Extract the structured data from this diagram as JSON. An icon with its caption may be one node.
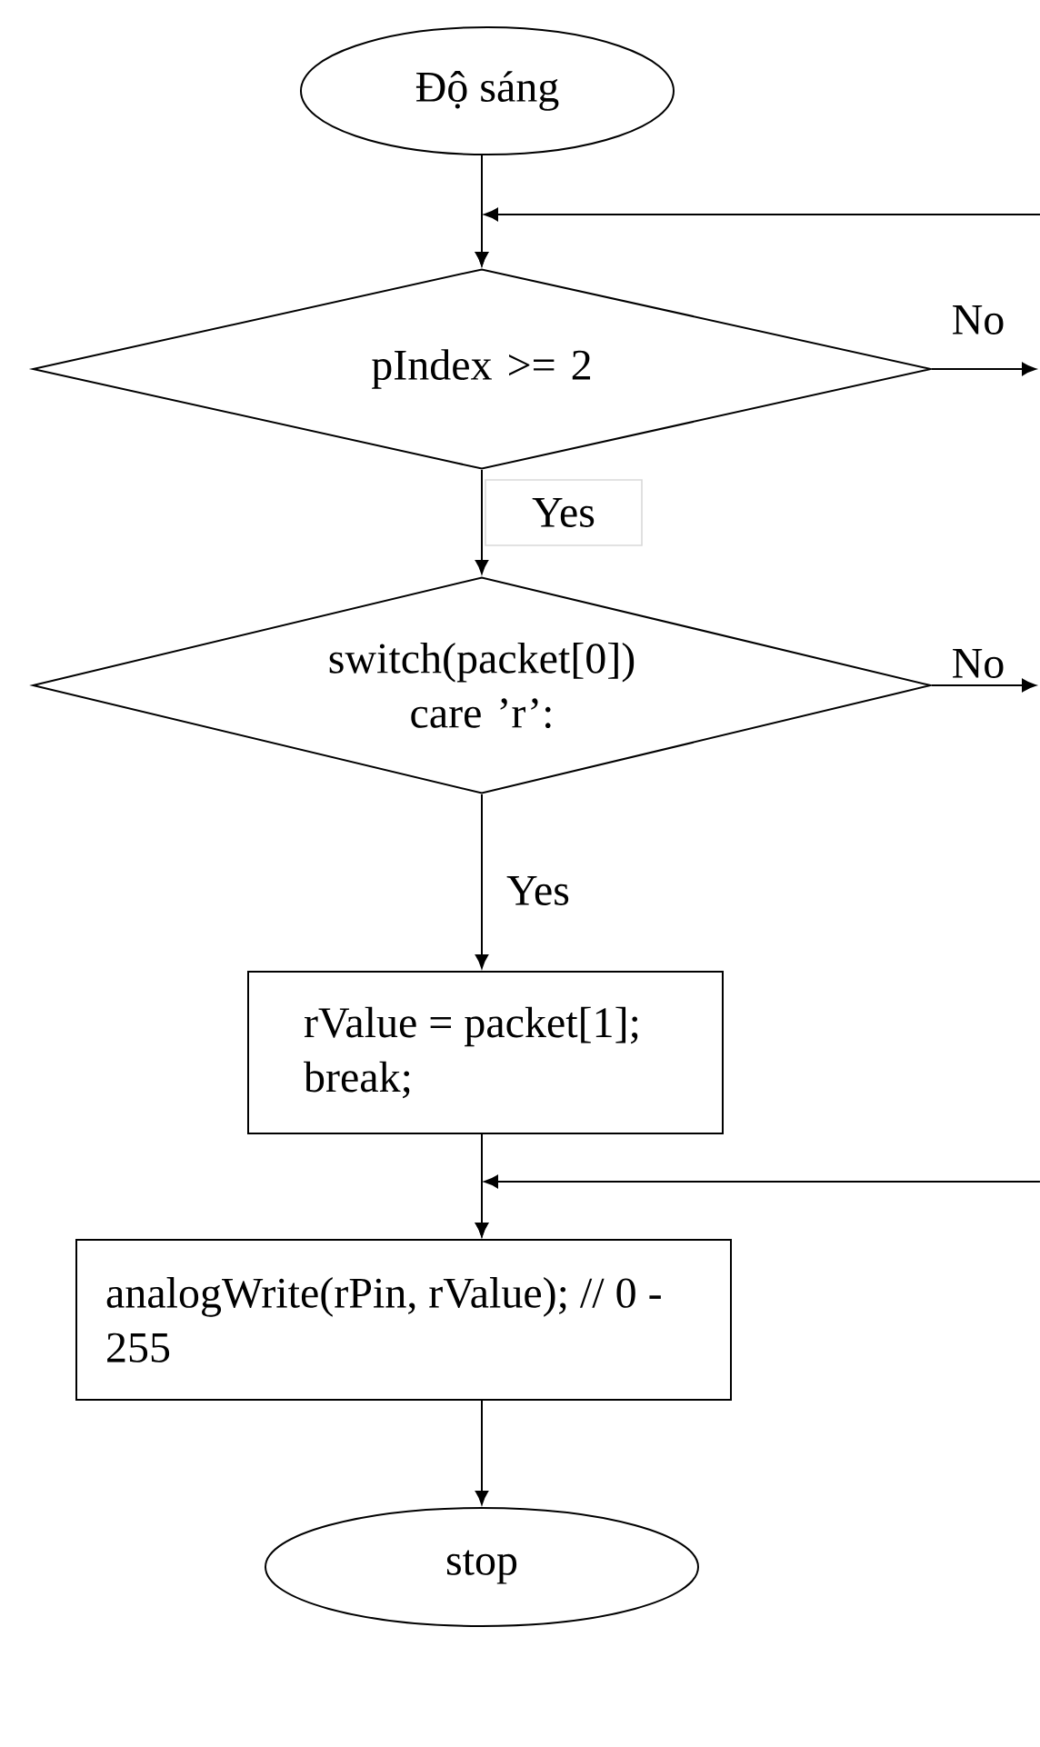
{
  "diagram": {
    "nodes": [
      {
        "text": [
          "Độ sáng"
        ]
      },
      {
        "text": [
          "pIndex >= 2"
        ]
      },
      {
        "text": [
          "switch(packet[0]) care ’r’:"
        ]
      },
      {
        "text": [
          "rValue = packet[1]; break;"
        ]
      },
      {
        "text": [
          "analogWrite(rPin, rValue); // 0 - 255"
        ]
      },
      {
        "text": [
          "stop"
        ]
      }
    ],
    "edges": [
      {
        "from": 0,
        "to": 1,
        "arrow": "to"
      },
      {
        "from": null,
        "to": 1,
        "arrow": "to"
      },
      {
        "from": 1,
        "to": null,
        "arrow": "to",
        "label": "No"
      },
      {
        "from": 1,
        "to": 2,
        "arrow": "to",
        "label": "Yes"
      },
      {
        "from": 2,
        "to": null,
        "arrow": "to",
        "label": "No"
      },
      {
        "from": 2,
        "to": 3,
        "arrow": "to",
        "label": "Yes"
      },
      {
        "from": 3,
        "to": 4,
        "arrow": "to"
      },
      {
        "from": null,
        "to": 4,
        "arrow": "to"
      },
      {
        "from": 4,
        "to": 5,
        "arrow": "to"
      }
    ]
  }
}
